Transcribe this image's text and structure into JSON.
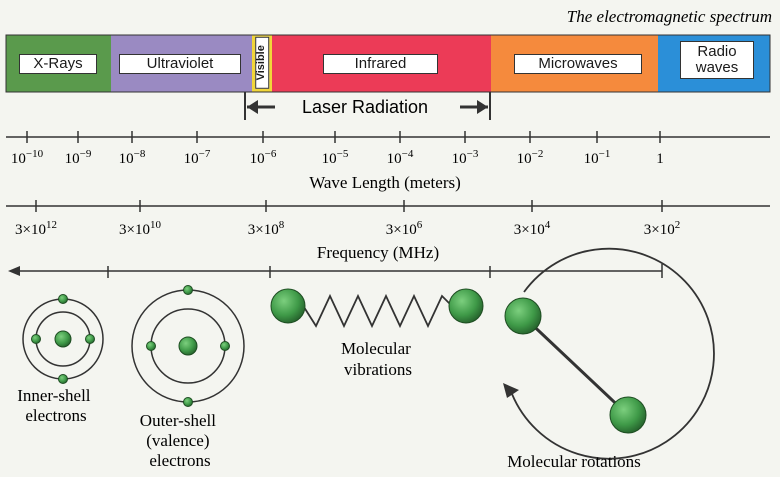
{
  "title": "The electromagnetic spectrum",
  "bands": [
    {
      "label": "X-Rays",
      "color": "#5a9a4c"
    },
    {
      "label": "Ultraviolet",
      "color": "#9a8ac2"
    },
    {
      "label": "Visible",
      "color": "#f1d63a"
    },
    {
      "label": "Infrared",
      "color": "#ec3b57"
    },
    {
      "label": "Microwaves",
      "color": "#f58a3d"
    },
    {
      "label": "Radio waves",
      "color": "#2b8fd8"
    }
  ],
  "laser_label": "Laser Radiation",
  "wavelength": {
    "axis_label": "Wave Length (meters)",
    "ticks": [
      {
        "base": "10",
        "exp": "−10"
      },
      {
        "base": "10",
        "exp": "−9"
      },
      {
        "base": "10",
        "exp": "−8"
      },
      {
        "base": "10",
        "exp": "−7"
      },
      {
        "base": "10",
        "exp": "−6"
      },
      {
        "base": "10",
        "exp": "−5"
      },
      {
        "base": "10",
        "exp": "−4"
      },
      {
        "base": "10",
        "exp": "−3"
      },
      {
        "base": "10",
        "exp": "−2"
      },
      {
        "base": "10",
        "exp": "−1"
      },
      {
        "base": "1",
        "exp": ""
      }
    ]
  },
  "frequency": {
    "axis_label": "Frequency (MHz)",
    "ticks": [
      {
        "base": "3×10",
        "exp": "12"
      },
      {
        "base": "3×10",
        "exp": "10"
      },
      {
        "base": "3×10",
        "exp": "8"
      },
      {
        "base": "3×10",
        "exp": "6"
      },
      {
        "base": "3×10",
        "exp": "4"
      },
      {
        "base": "3×10",
        "exp": "2"
      }
    ]
  },
  "effects": {
    "inner_shell": [
      "Inner-shell",
      "electrons"
    ],
    "outer_shell": [
      "Outer-shell",
      "(valence)",
      "electrons"
    ],
    "vibrations": [
      "Molecular",
      "vibrations"
    ],
    "rotations": [
      "Molecular rotations"
    ]
  },
  "colors": {
    "atom_fill": "#3f9a48",
    "atom_stroke": "#1e4d22",
    "line": "#333333"
  }
}
